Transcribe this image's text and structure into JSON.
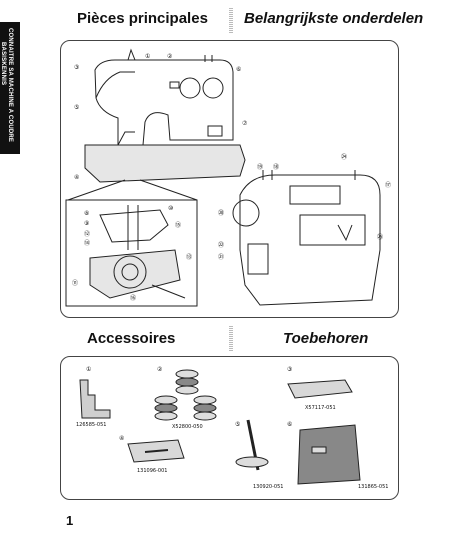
{
  "side_tab": {
    "line1": "CONNAITRE SA MACHINE A COUDRE",
    "line2": "BASISKENNIS"
  },
  "headings": {
    "parts_fr": "Pièces principales",
    "parts_nl": "Belangrijkste onderdelen",
    "acc_fr": "Accessoires",
    "acc_nl": "Toebehoren"
  },
  "part_numbers": [
    "①",
    "②",
    "③",
    "④",
    "⑤",
    "⑥",
    "⑦",
    "⑧",
    "⑨",
    "⑩",
    "⑪",
    "⑫",
    "⑬",
    "⑭",
    "⑮",
    "⑯",
    "⑰",
    "⑱",
    "⑲",
    "⑳",
    "㉑",
    "㉒",
    "㉓",
    "㉔",
    "㉕"
  ],
  "accessories": [
    {
      "num": "①",
      "code": "126585-051"
    },
    {
      "num": "②",
      "code": "X52800-050"
    },
    {
      "num": "③",
      "code": "X57117-051"
    },
    {
      "num": "④",
      "code": "131096-001"
    },
    {
      "num": "⑤",
      "code": "130920-051"
    },
    {
      "num": "⑥",
      "code": "131865-051"
    }
  ],
  "page_number": "1"
}
